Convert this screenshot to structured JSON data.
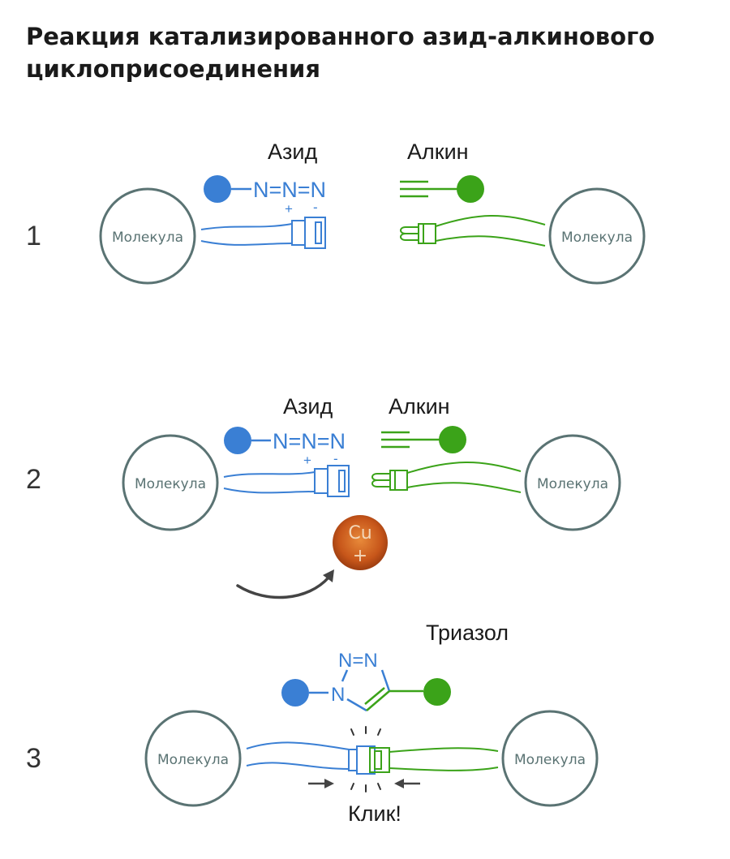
{
  "title": {
    "line1": "Реакция катализированного азид-алкинового",
    "line2": "циклоприсоединения"
  },
  "molecule_label": "Молекула",
  "steps": [
    {
      "number": "1",
      "azide_label": "Азид",
      "alkyne_label": "Алкин",
      "azide_formula": "N=N=N",
      "charge_plus": "+",
      "charge_minus": "-"
    },
    {
      "number": "2",
      "azide_label": "Азид",
      "alkyne_label": "Алкин",
      "azide_formula": "N=N=N",
      "charge_plus": "+",
      "charge_minus": "-",
      "catalyst_symbol": "Cu",
      "catalyst_charge": "+"
    },
    {
      "number": "3",
      "product_label": "Триазол",
      "ring_top": "N=N",
      "ring_n1": "N",
      "click_label": "Клик!"
    }
  ],
  "colors": {
    "azide": "#3a7fd4",
    "alkyne": "#3ba319",
    "molecule_ring": "#5a7373",
    "copper": "#c7561a",
    "arrow": "#444444"
  }
}
